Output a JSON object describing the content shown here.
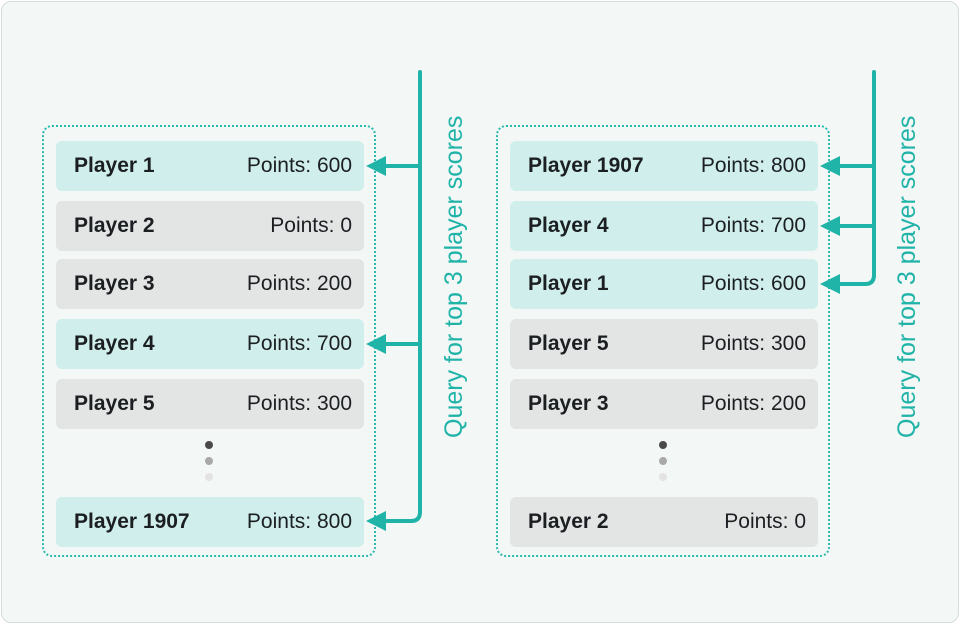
{
  "colors": {
    "accent": "#20b3a8",
    "highlight_row": "#cfeeec",
    "plain_row": "#e3e5e5",
    "text": "#1c1f22"
  },
  "query_label": "Query for top 3 player scores",
  "left_panel": {
    "rows": [
      {
        "name": "Player 1",
        "points": "Points: 600",
        "highlighted": true
      },
      {
        "name": "Player 2",
        "points": "Points: 0",
        "highlighted": false
      },
      {
        "name": "Player 3",
        "points": "Points: 200",
        "highlighted": false
      },
      {
        "name": "Player 4",
        "points": "Points: 700",
        "highlighted": true
      },
      {
        "name": "Player 5",
        "points": "Points: 300",
        "highlighted": false
      },
      {
        "name": "Player 1907",
        "points": "Points: 800",
        "highlighted": true
      }
    ]
  },
  "right_panel": {
    "rows": [
      {
        "name": "Player 1907",
        "points": "Points: 800",
        "highlighted": true
      },
      {
        "name": "Player 4",
        "points": "Points: 700",
        "highlighted": true
      },
      {
        "name": "Player 1",
        "points": "Points: 600",
        "highlighted": true
      },
      {
        "name": "Player 5",
        "points": "Points: 300",
        "highlighted": false
      },
      {
        "name": "Player 3",
        "points": "Points: 200",
        "highlighted": false
      },
      {
        "name": "Player 2",
        "points": "Points: 0",
        "highlighted": false
      }
    ]
  }
}
